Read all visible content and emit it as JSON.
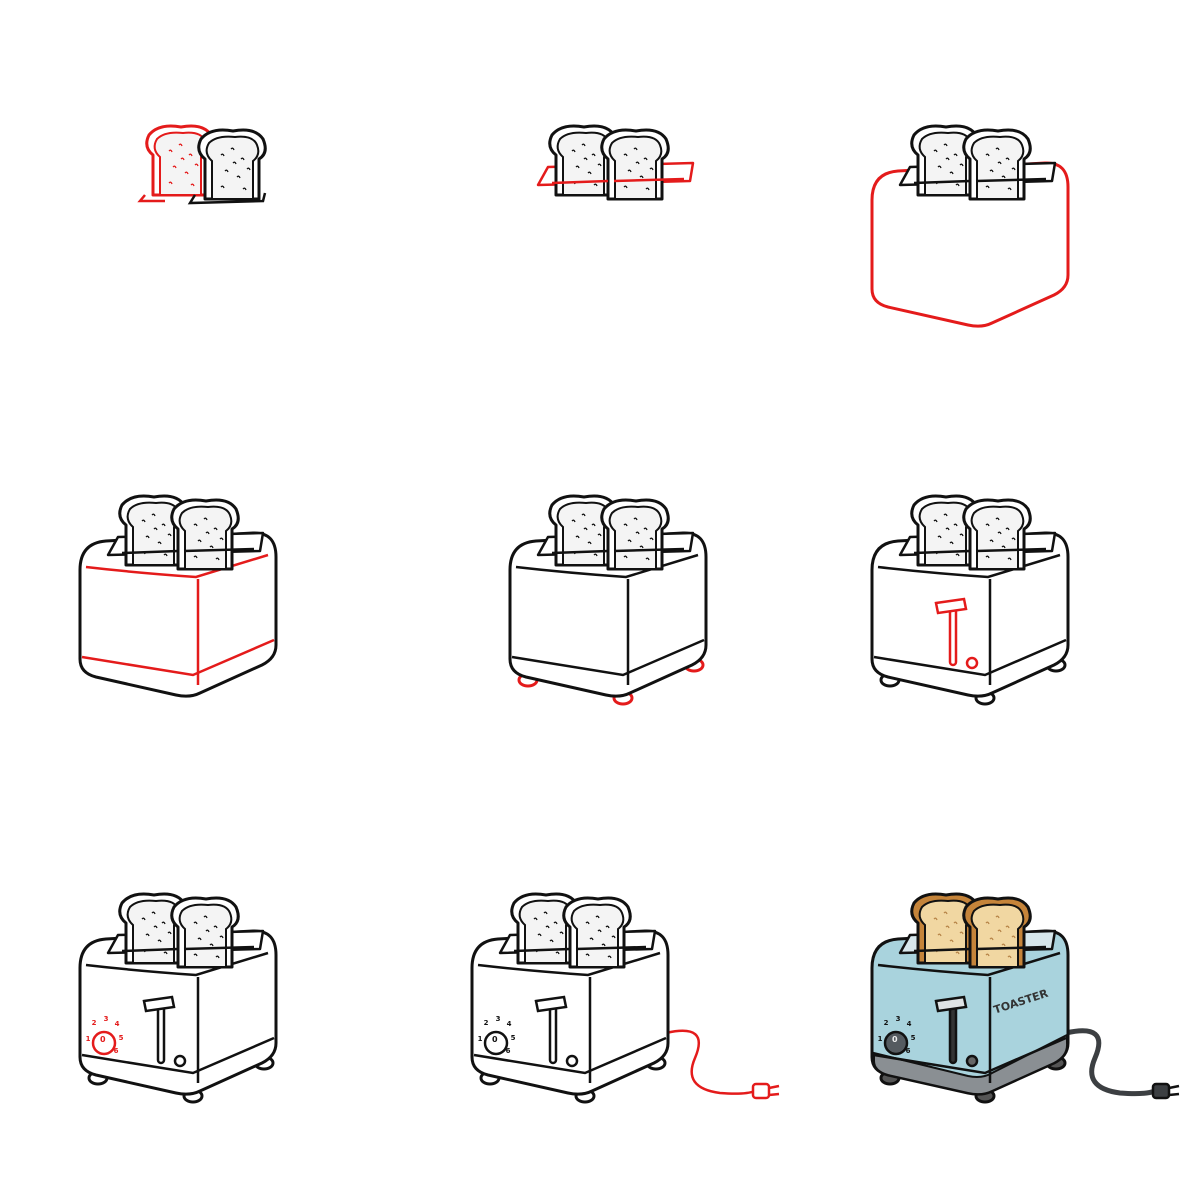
{
  "colors": {
    "ink": "#111111",
    "highlight": "#e41b1b",
    "body_fill": "#a9d3dd",
    "body_shade": "#8fbfcb",
    "base_fill": "#8a8f93",
    "bread_crust": "#c5843a",
    "bread_inside": "#f1d7a2",
    "knob_fill": "#555b60",
    "cord": "#3c3f42",
    "paper": "#ffffff"
  },
  "dial_numbers": [
    "1",
    "2",
    "3",
    "4",
    "5",
    "6"
  ],
  "knob_zero": "0",
  "brand_label": "TOASTER",
  "panels": [
    {
      "step": 1,
      "parts": [
        "bread1",
        "bread2",
        "slot2"
      ],
      "new": [
        "bread1"
      ]
    },
    {
      "step": 2,
      "parts": [
        "bread1",
        "bread2",
        "tray"
      ],
      "new": [
        "tray"
      ]
    },
    {
      "step": 3,
      "parts": [
        "bread1",
        "bread2",
        "tray",
        "body"
      ],
      "new": [
        "body"
      ]
    },
    {
      "step": 4,
      "parts": [
        "bread1",
        "bread2",
        "tray",
        "body",
        "edges"
      ],
      "new": [
        "edges"
      ]
    },
    {
      "step": 5,
      "parts": [
        "bread1",
        "bread2",
        "tray",
        "body",
        "edges",
        "feet"
      ],
      "new": [
        "feet"
      ]
    },
    {
      "step": 6,
      "parts": [
        "bread1",
        "bread2",
        "tray",
        "body",
        "edges",
        "feet",
        "lever"
      ],
      "new": [
        "lever"
      ]
    },
    {
      "step": 7,
      "parts": [
        "bread1",
        "bread2",
        "tray",
        "body",
        "edges",
        "feet",
        "lever",
        "dial"
      ],
      "new": [
        "dial"
      ]
    },
    {
      "step": 8,
      "parts": [
        "bread1",
        "bread2",
        "tray",
        "body",
        "edges",
        "feet",
        "lever",
        "dial",
        "cord"
      ],
      "new": [
        "cord"
      ]
    },
    {
      "step": 9,
      "parts": [
        "bread1",
        "bread2",
        "tray",
        "body",
        "edges",
        "feet",
        "lever",
        "dial",
        "cord",
        "label"
      ],
      "new": [],
      "colored": true
    }
  ]
}
